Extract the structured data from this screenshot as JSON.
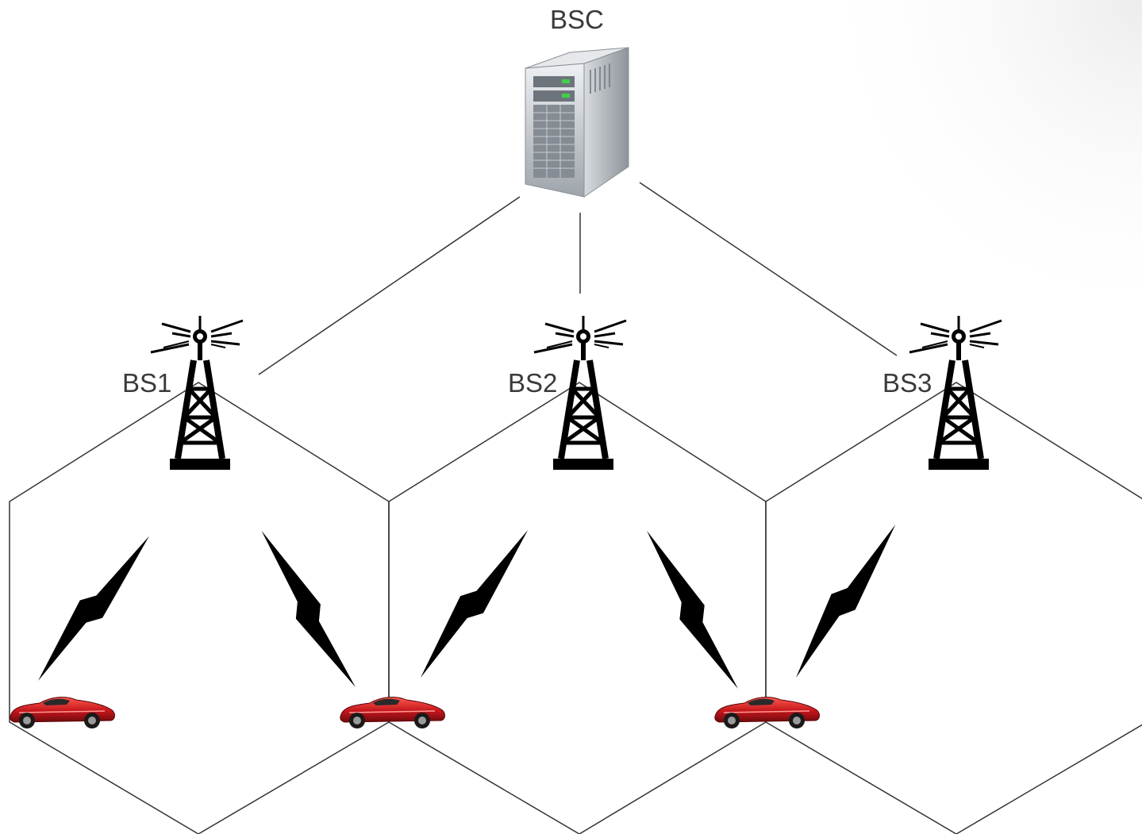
{
  "labels": {
    "bsc": "BSC",
    "bs1": "BS1",
    "bs2": "BS2",
    "bs3": "BS3"
  },
  "icons": {
    "server": "server-icon",
    "tower": "cell-tower-icon",
    "car": "car-icon",
    "link": "lightning-link-icon"
  },
  "colors": {
    "line": "#333333",
    "car": "#c4161c",
    "tower": "#000000",
    "server": "#b8bcc2",
    "text": "#3a3a3a"
  }
}
